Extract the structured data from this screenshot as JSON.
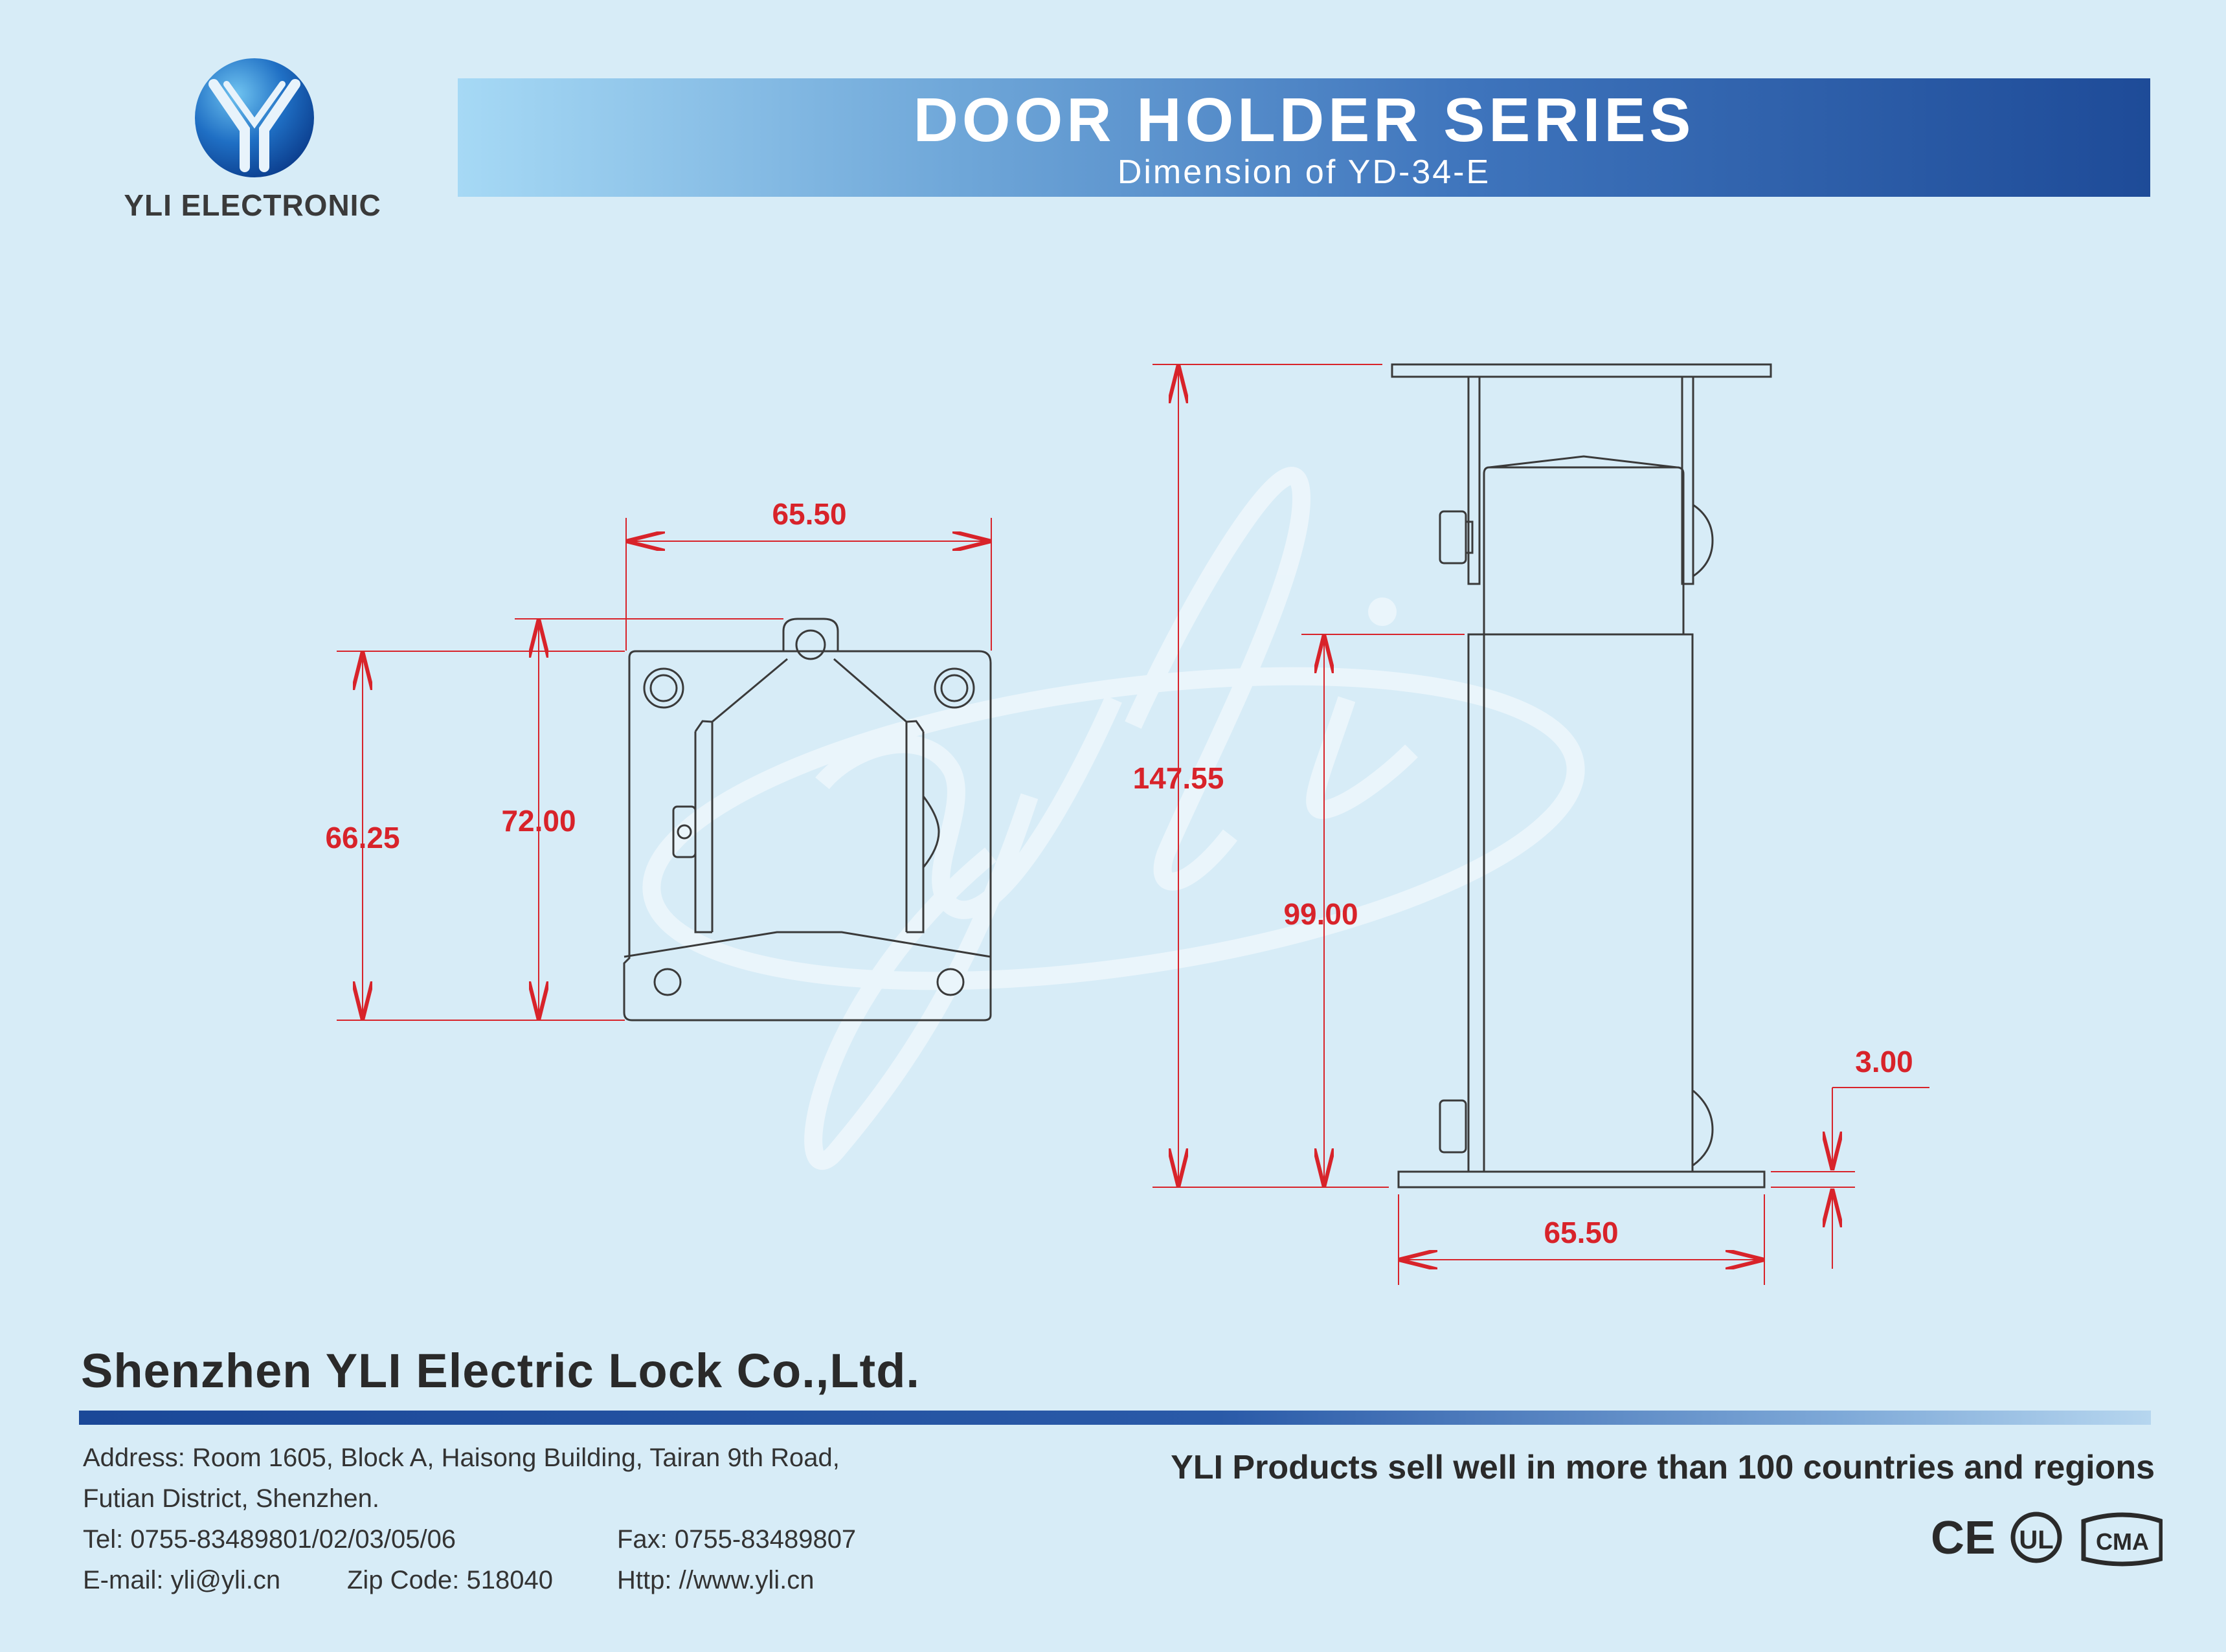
{
  "header": {
    "brand": "YLI ELECTRONIC",
    "title": "DOOR HOLDER SERIES",
    "subtitle": "Dimension of  YD-34-E"
  },
  "colors": {
    "background": "#d7ecf7",
    "dimension": "#d8232a",
    "outline": "#3a3a3a",
    "banner_start": "#a6d9f5",
    "banner_end": "#1e4b98"
  },
  "watermark": "yli",
  "dimensions": {
    "front_width": "65.50",
    "front_height_body": "66.25",
    "front_height_total": "72.00",
    "side_total_height": "147.55",
    "side_lower_height": "99.00",
    "side_plate_thickness": "3.00",
    "side_base_width": "65.50"
  },
  "footer": {
    "company": "Shenzhen YLI Electric Lock Co.,Ltd.",
    "address_line1": "Address: Room 1605, Block A, Haisong Building, Tairan 9th Road,",
    "address_line2": "Futian District, Shenzhen.",
    "tel": "Tel: 0755-83489801/02/03/05/06",
    "fax": "Fax: 0755-83489807",
    "email": "E-mail: yli@yli.cn",
    "zip": "Zip Code: 518040",
    "http": "Http: //www.yli.cn",
    "slogan": "YLI Products sell well in more than 100 countries and regions",
    "certifications": [
      "CE",
      "UL",
      "CMA"
    ]
  }
}
